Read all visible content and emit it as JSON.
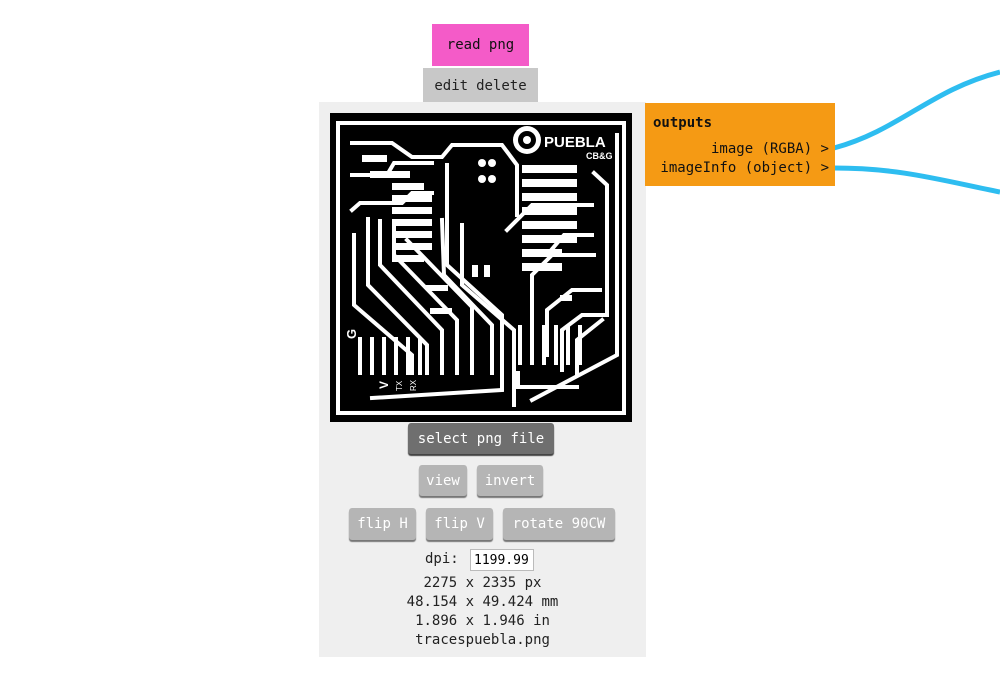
{
  "module": {
    "title": "read png",
    "edit_label": "edit",
    "delete_label": "delete"
  },
  "buttons": {
    "select_file": "select png file",
    "view": "view",
    "invert": "invert",
    "flip_h": "flip H",
    "flip_v": "flip V",
    "rotate": "rotate 90CW"
  },
  "info": {
    "dpi_label": "dpi:",
    "dpi_value": "1199.99",
    "pixels": "2275 x 2335 px",
    "mm": "48.154 x 49.424 mm",
    "inches": "1.896 x 1.946 in",
    "filename": "tracespuebla.png"
  },
  "pcb_labels": {
    "logo_text_1": "PUEBLA",
    "logo_text_2": "CB&G",
    "g": "G",
    "v": "V",
    "tx": "TX",
    "rx": "RX"
  },
  "outputs": {
    "title": "outputs",
    "items": [
      {
        "label": "image (RGBA) >"
      },
      {
        "label": "imageInfo (object) >"
      }
    ]
  },
  "colors": {
    "title_bg": "#f45bc8",
    "outputs_bg": "#f59a14",
    "wire": "#2ebdf0"
  }
}
